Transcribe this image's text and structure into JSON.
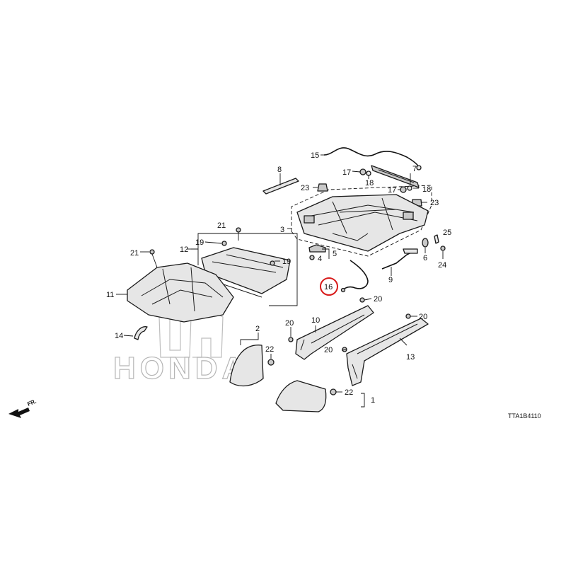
{
  "diagram": {
    "watermark": "HONDA",
    "direction_label": "FR.",
    "figure_code": "TTA1B4110",
    "highlight_color": "#d81b1b",
    "highlighted_callout": "16",
    "callouts": {
      "c1": "1",
      "c2": "2",
      "c3": "3",
      "c4": "4",
      "c5": "5",
      "c6": "6",
      "c7": "7",
      "c8": "8",
      "c9": "9",
      "c10": "10",
      "c11": "11",
      "c12": "12",
      "c13": "13",
      "c14": "14",
      "c15": "15",
      "c16": "16",
      "c17a": "17",
      "c17b": "17",
      "c18a": "18",
      "c18b": "18",
      "c19a": "19",
      "c19b": "19",
      "c20a": "20",
      "c20b": "20",
      "c20c": "20",
      "c20d": "20",
      "c21a": "21",
      "c21b": "21",
      "c22a": "22",
      "c22b": "22",
      "c23a": "23",
      "c23b": "23",
      "c24": "24",
      "c25": "25"
    }
  }
}
